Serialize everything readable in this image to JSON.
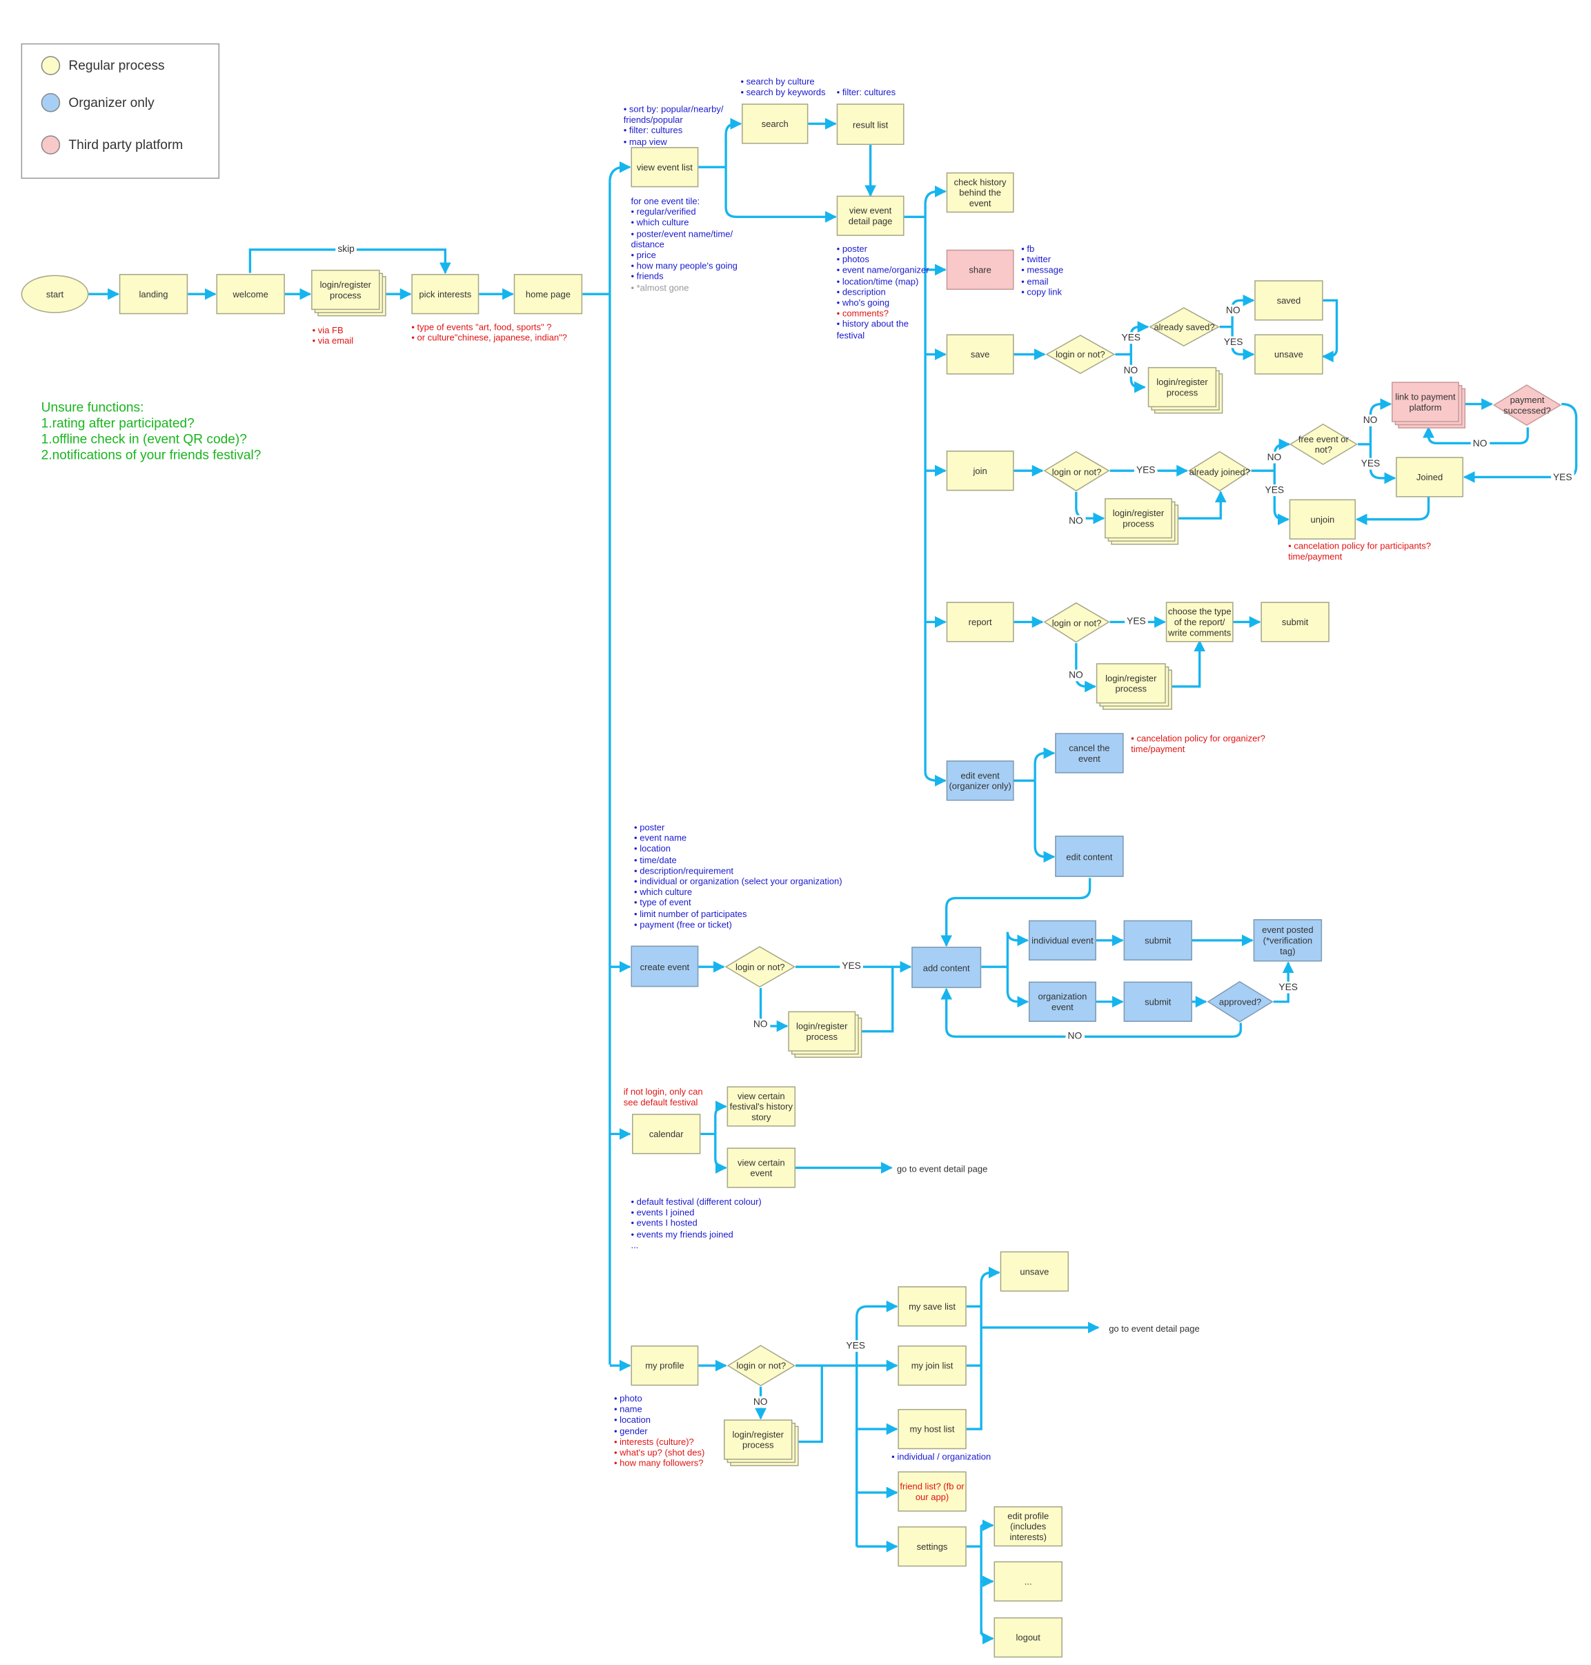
{
  "legend": {
    "items": [
      {
        "label": "Regular process",
        "color": "#fdfbc8"
      },
      {
        "label": "Organizer only",
        "color": "#a7cff5"
      },
      {
        "label": "Third party platform",
        "color": "#f9c9c9"
      }
    ]
  },
  "unsure": {
    "title": "Unsure functions:",
    "lines": [
      "1.rating after participated?",
      "1.offline check in (event QR code)?",
      "2.notifications of your friends festival?"
    ]
  },
  "nodes": {
    "start": "start",
    "landing": "landing",
    "welcome": "welcome",
    "login_register_1": "login/register process",
    "pick_interests": "pick interests",
    "home_page": "home page",
    "view_event_list": "view event list",
    "search": "search",
    "result_list": "result list",
    "view_event_detail": "view event detail page",
    "check_history": "check history behind the event",
    "share": "share",
    "save": "save",
    "save_login": "login or not?",
    "already_saved": "already saved?",
    "saved": "saved",
    "unsave_1": "unsave",
    "login_register_save": "login/register process",
    "join": "join",
    "join_login": "login or not?",
    "already_joined": "already joined?",
    "login_register_join": "login/register process",
    "free_event": "free event or not?",
    "link_payment": "link to payment platform",
    "payment_successed": "payment successed?",
    "joined": "Joined",
    "unjoin": "unjoin",
    "report": "report",
    "report_login": "login or not?",
    "choose_type": "choose the type of the report/ write comments",
    "report_submit": "submit",
    "login_register_report": "login/register process",
    "edit_event": "edit event (organizer only)",
    "cancel_event": "cancel the event",
    "edit_content": "edit content",
    "create_event": "create event",
    "create_login": "login or not?",
    "login_register_create": "login/register process",
    "add_content": "add content",
    "individual_event": "individual event",
    "organization_event": "organization event",
    "submit_individual": "submit",
    "submit_organization": "submit",
    "approved": "approved?",
    "event_posted": "event posted (*verification tag)",
    "calendar": "calendar",
    "view_history_story": "view certain festival's history story",
    "view_certain_event": "view certain event",
    "my_profile": "my profile",
    "profile_login": "login or not?",
    "login_register_profile": "login/register process",
    "my_save_list": "my save list",
    "unsave_2": "unsave",
    "my_join_list": "my join list",
    "my_host_list": "my host list",
    "friend_list": "friend list? (fb or our app)",
    "settings": "settings",
    "edit_profile": "edit profile (includes interests)",
    "ellipsis": "...",
    "logout": "logout"
  },
  "edge_labels": {
    "skip": "skip",
    "yes": "YES",
    "no": "NO",
    "go_detail_1": "go to event detail page",
    "go_detail_2": "go to event detail page"
  },
  "notes": {
    "login_ways": [
      "• via FB",
      "• via email"
    ],
    "interest_types": [
      "• type of events \"art, food, sports\" ?",
      "• or culture\"chinese, japanese, indian\"?"
    ],
    "list_options": [
      "• sort by: popular/nearby/",
      "friends/popular",
      "• filter: cultures",
      "• map view"
    ],
    "search_options": [
      "• search by culture",
      "• search by keywords"
    ],
    "result_filter": "• filter: cultures",
    "event_tile": [
      "for one event tile:",
      "• regular/verified",
      "• which culture",
      "• poster/event name/time/",
      "distance",
      "• price",
      "• how many people's going",
      "• friends"
    ],
    "event_tile_gray": "• *almost gone",
    "detail_fields": [
      "• poster",
      "• photos",
      "• event name/organizer",
      "• location/time (map)",
      "• description",
      "• who's going"
    ],
    "detail_red": "• comments?",
    "detail_history": [
      "• history about the",
      "festival"
    ],
    "share_targets": [
      "• fb",
      "• twitter",
      "• message",
      "• email",
      "• copy link"
    ],
    "cancel_participants": [
      "• cancelation policy for participants?",
      "time/payment"
    ],
    "cancel_organizer": [
      "• cancelation policy for organizer?",
      "time/payment"
    ],
    "create_fields": [
      "• poster",
      "• event name",
      "• location",
      "• time/date",
      "• description/requirement",
      "• individual or organization (select your organization)",
      "• which culture",
      "• type of event",
      "• limit number of participates",
      "• payment (free or ticket)"
    ],
    "calendar_login": [
      "if not login, only can",
      "see default festival"
    ],
    "calendar_items": [
      "• default festival (different colour)",
      "• events I joined",
      "• events I hosted",
      "• events my friends joined",
      "..."
    ],
    "profile_fields": [
      "• photo",
      "• name",
      "• location",
      "• gender"
    ],
    "profile_red": [
      "• interests (culture)?",
      "• what's up? (shot des)",
      "• how many followers?"
    ],
    "host_list": "• individual / organization"
  }
}
